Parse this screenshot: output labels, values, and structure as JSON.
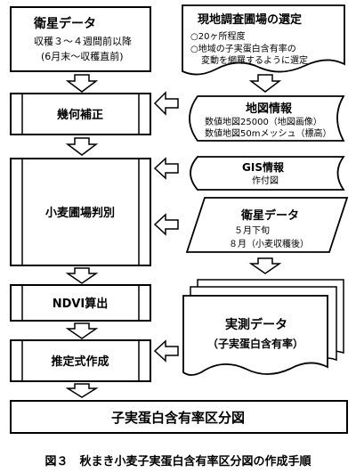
{
  "left_boxes": {
    "satellite1": {
      "title": "衛星データ",
      "line1": "収穫３～４週間前以降",
      "line2": "(6月末～収穫直前)"
    },
    "geometric_correction": "幾何補正",
    "wheat_field": "小麦圃場判別",
    "ndvi": "NDVI算出",
    "estimation": "推定式作成",
    "final": "子実蛋白含有率区分図"
  },
  "right_shapes": {
    "survey": {
      "title": "現地調査圃場の選定",
      "line1": "○20ヶ所程度",
      "line2": "○地域の子実蛋白含有率の",
      "line3": "変動を網羅するように選定"
    },
    "map_info": {
      "title": "地図情報",
      "line1": "数値地図25000（地図画像）",
      "line2": "数値地図50mメッシュ（標高）"
    },
    "gis": {
      "title": "GIS情報",
      "line1": "作付図"
    },
    "satellite2": {
      "title": "衛星データ",
      "line1": "５月下旬",
      "line2": "８月（小麦収穫後）"
    },
    "measured": {
      "title": "実測データ",
      "line1": "（子実蛋白含有率）"
    }
  },
  "caption": "図３　秋まき小麦子実蛋白含有率区分図の作成手順"
}
